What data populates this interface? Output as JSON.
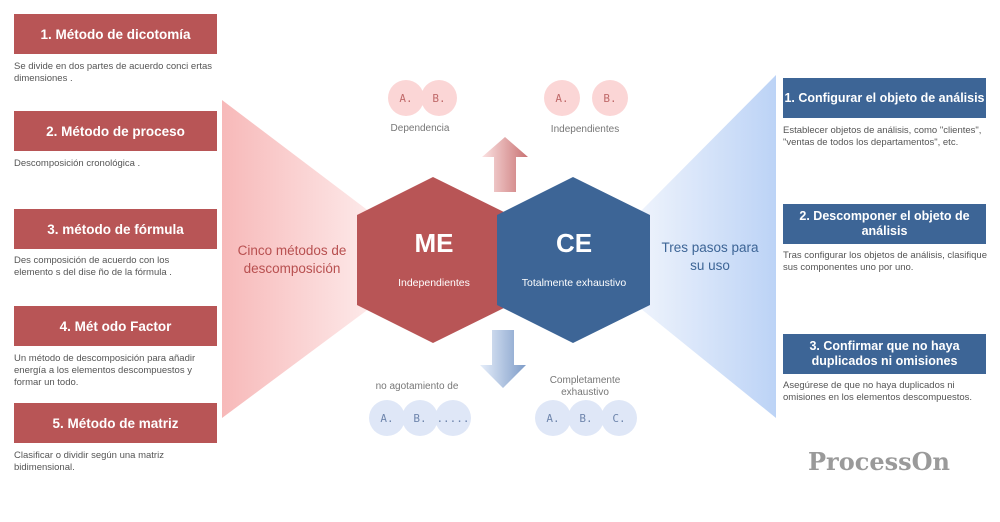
{
  "left_methods": [
    {
      "title": "1. Método de dicotomía",
      "desc": "Se divide en dos partes de acuerdo conci ertas dimensiones ."
    },
    {
      "title": "2. Método de proceso",
      "desc": "Descomposición cronológica ."
    },
    {
      "title": "3. método de fórmula",
      "desc": "Des composición de acuerdo con los elemento s del dise ño de la fórmula ."
    },
    {
      "title": "4. Mét odo Factor",
      "desc": "Un método de descomposición para añadir energía a los elementos descompuestos y formar un todo."
    },
    {
      "title": "5. Método de matriz",
      "desc": "Clasificar o dividir según una matriz bidimensional."
    }
  ],
  "left_funnel_label": "Cinco métodos de descomposición",
  "right_funnel_label": "Tres pasos para su uso",
  "right_steps": [
    {
      "title": "1. Configurar el objeto de análisis",
      "desc": "Establecer objetos de análisis, como \"clientes\", \"ventas de todos los departamentos\", etc."
    },
    {
      "title": "2. Descomponer el objeto de análisis",
      "desc": "Tras configurar los objetos de análisis, clasifique sus componentes uno por uno."
    },
    {
      "title": "3. Confirmar que no haya duplicados ni omisiones",
      "desc": "Asegúrese de que no haya duplicados ni omisiones en los elementos descompuestos."
    }
  ],
  "me": {
    "title": "ME",
    "subtitle": "Independientes"
  },
  "ce": {
    "title": "CE",
    "subtitle": "Totalmente exhaustivo"
  },
  "top_groups": [
    {
      "label": "Dependencia",
      "items": [
        "A.",
        "B."
      ]
    },
    {
      "label": "Independientes",
      "items": [
        "A.",
        "B."
      ]
    }
  ],
  "bottom_groups": [
    {
      "label": "no agotamiento de",
      "items": [
        "A.",
        "B.",
        "....."
      ]
    },
    {
      "label": "Completamente exhaustivo",
      "items": [
        "A.",
        "B.",
        "C."
      ]
    }
  ],
  "watermark": "ProcessOn",
  "colors": {
    "red": "#b85556",
    "blue": "#3d6596",
    "pink_light": "#fbd6d6",
    "blue_light": "#dfe7f7"
  }
}
